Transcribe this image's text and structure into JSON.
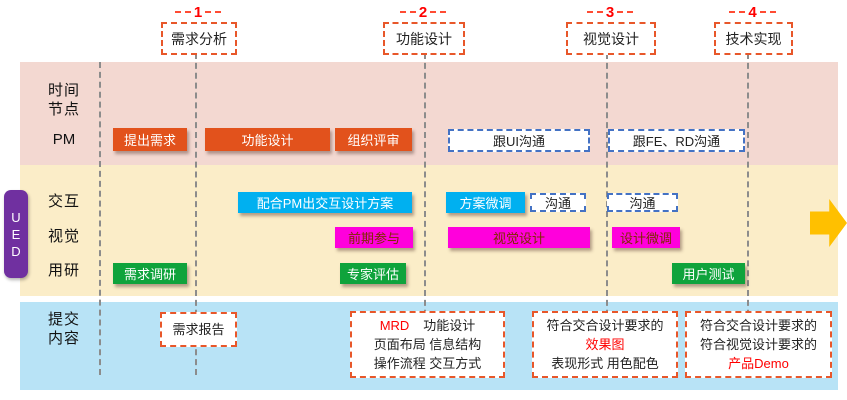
{
  "phases": [
    {
      "num": "1",
      "label": "需求分析"
    },
    {
      "num": "2",
      "label": "功能设计"
    },
    {
      "num": "3",
      "label": "视觉设计"
    },
    {
      "num": "4",
      "label": "技术实现"
    }
  ],
  "row_labels": {
    "time_1": "时间",
    "time_2": "节点",
    "pm": "PM",
    "interaction": "交互",
    "visual": "视觉",
    "research": "用研",
    "submit_1": "提交",
    "submit_2": "内容"
  },
  "ued_tab": {
    "l1": "U",
    "l2": "E",
    "l3": "D"
  },
  "pm_row": {
    "box1": "提出需求",
    "box2": "功能设计",
    "box3": "组织评审",
    "dashed1": "跟UI沟通",
    "dashed2": "跟FE、RD沟通"
  },
  "interaction_row": {
    "box1": "配合PM出交互设计方案",
    "box2": "方案微调",
    "dashed1": "沟通",
    "dashed2": "沟通"
  },
  "visual_row": {
    "box1": "前期参与",
    "box2": "视觉设计",
    "box3": "设计微调"
  },
  "research_row": {
    "box1": "需求调研",
    "box2": "专家评估",
    "box3": "用户测试"
  },
  "deliverables": {
    "box1": {
      "line1": "需求报告"
    },
    "box2": {
      "l1_red": "MRD",
      "l1": "功能设计",
      "l2": "页面布局 信息结构",
      "l3": "操作流程 交互方式"
    },
    "box3": {
      "l1": "符合交合设计要求的",
      "l2_red": "效果图",
      "l3": "表现形式 用色配色"
    },
    "box4": {
      "l1": "符合交合设计要求的",
      "l2": "符合视觉设计要求的",
      "l3_red": "产品Demo"
    }
  },
  "colors": {
    "band_pink": "#F3D8D1",
    "band_yellow": "#FBEDC8",
    "band_blue": "#B8E3F6",
    "pm_solid": "#E2521C",
    "interaction_solid": "#00B0F0",
    "visual_solid": "#FF00DC",
    "research_solid": "#0FA33C",
    "dashed_orange_border": "#E8572A",
    "dashed_blue_border": "#4472C4",
    "number_red": "#FF0000",
    "ued_purple": "#7030A0",
    "arrow_yellow": "#FFC000",
    "gray_dash": "#8C8C8C"
  }
}
